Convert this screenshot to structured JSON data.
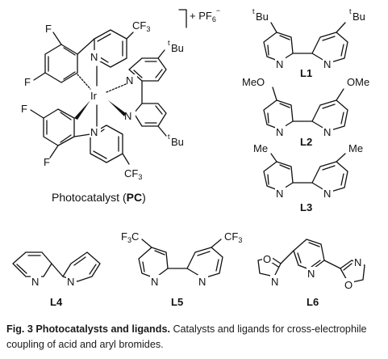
{
  "figure": {
    "caption_prefix": "Fig. 3",
    "caption_title": "Photocatalysts and ligands.",
    "caption_body": " Catalysts and ligands for cross-electrophile coupling of acid and aryl bromides."
  },
  "photocatalyst": {
    "name_prefix": "Photocatalyst (",
    "name_abbrev": "PC",
    "name_suffix": ")",
    "metal": "Ir",
    "counterion": "+ PF",
    "counterion_sub": "6",
    "counterion_sup": "−"
  },
  "atoms": {
    "F": "F",
    "N": "N",
    "O": "O",
    "CF3": "CF",
    "CF3_sub": "3",
    "tBu_sup": "t",
    "tBu": "Bu",
    "MeO": "MeO",
    "OMe": "OMe",
    "Me": "Me",
    "F3C": "F",
    "F3C_sub": "3",
    "F3C_c": "C"
  },
  "ligands": {
    "L1": "L1",
    "L2": "L2",
    "L3": "L3",
    "L4": "L4",
    "L5": "L5",
    "L6": "L6"
  }
}
